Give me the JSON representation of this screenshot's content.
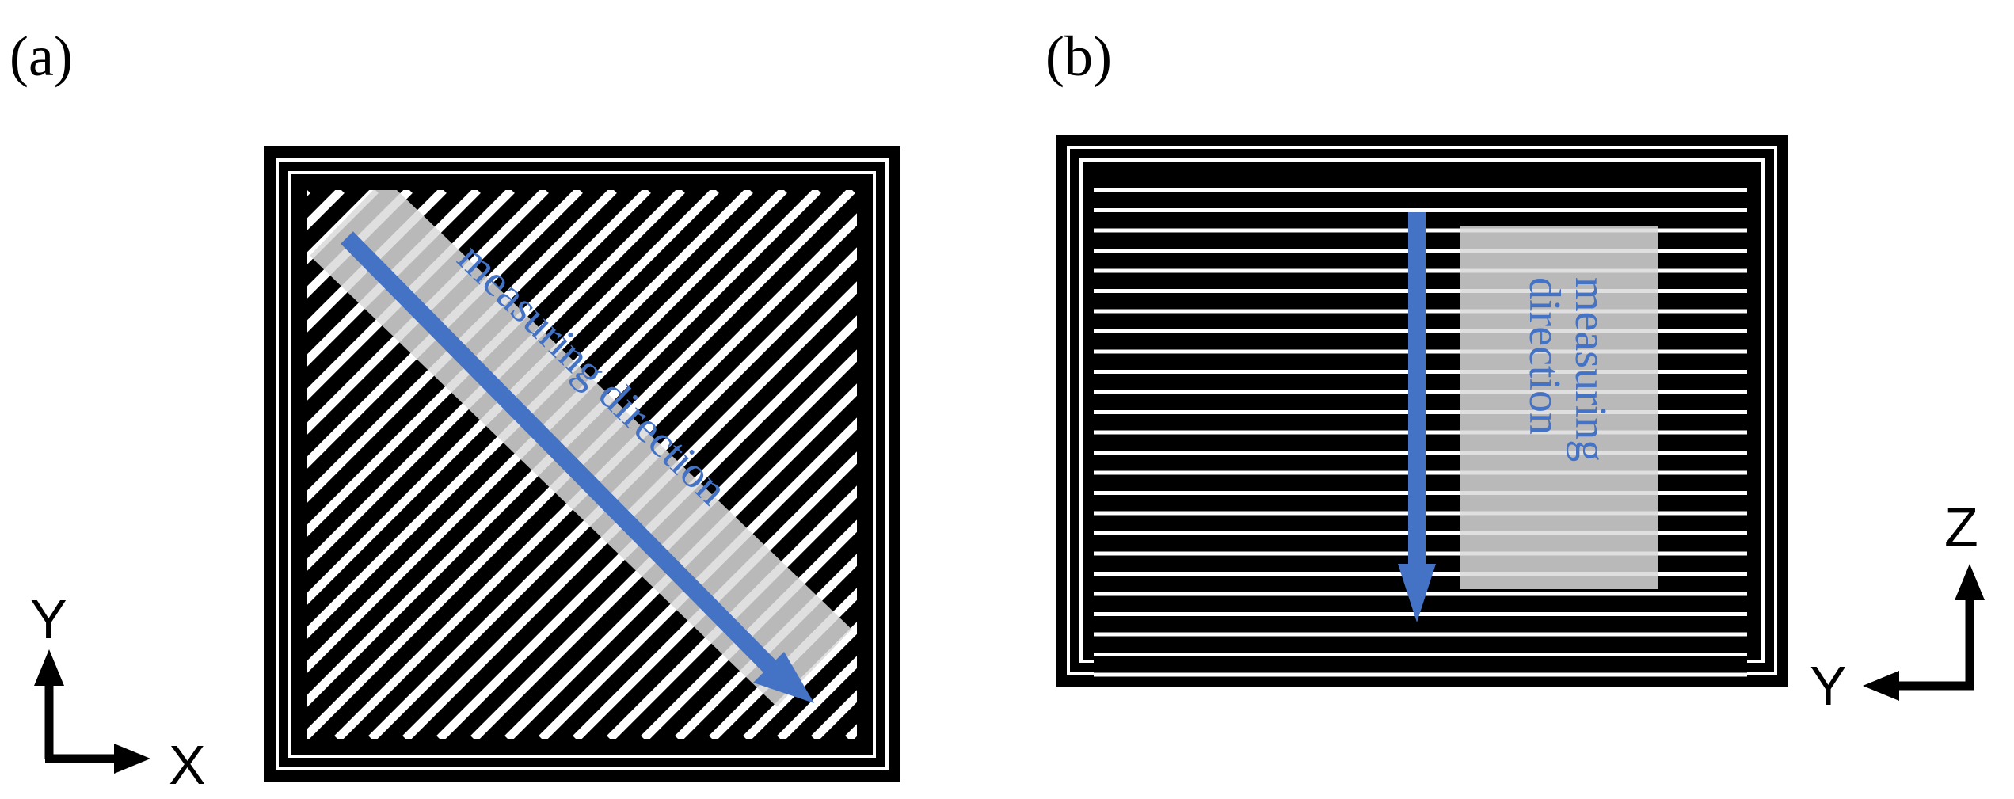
{
  "panels": {
    "a": {
      "label": "(a)",
      "annotation": "measuring direction",
      "axes": {
        "vertical": "Y",
        "horizontal": "X"
      }
    },
    "b": {
      "label": "(b)",
      "annotation_line1": "measuring",
      "annotation_line2": "direction",
      "axes": {
        "vertical": "Z",
        "horizontal": "Y"
      }
    }
  },
  "colors": {
    "arrow": "#4472C4",
    "annotation_text": "#4472C4",
    "hatch": "#000000",
    "highlight": "#D9D9D9"
  }
}
